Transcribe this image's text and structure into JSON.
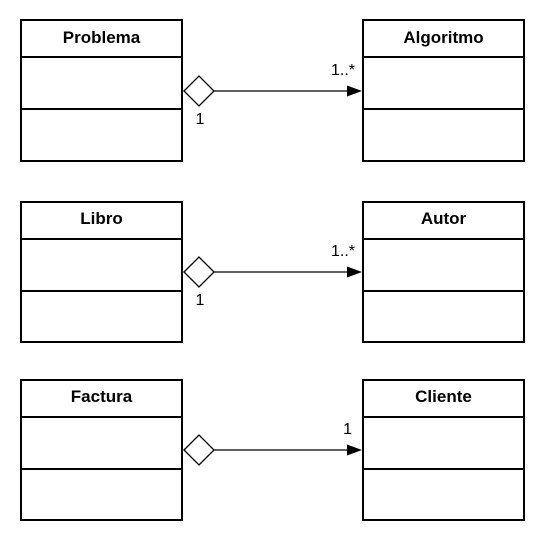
{
  "diagram": {
    "relations": [
      {
        "source": {
          "name": "Problema"
        },
        "target": {
          "name": "Algoritmo"
        },
        "source_multiplicity": "1",
        "target_multiplicity": "1..*"
      },
      {
        "source": {
          "name": "Libro"
        },
        "target": {
          "name": "Autor"
        },
        "source_multiplicity": "1",
        "target_multiplicity": "1..*"
      },
      {
        "source": {
          "name": "Factura"
        },
        "target": {
          "name": "Cliente"
        },
        "source_multiplicity": "",
        "target_multiplicity": "1"
      }
    ]
  }
}
